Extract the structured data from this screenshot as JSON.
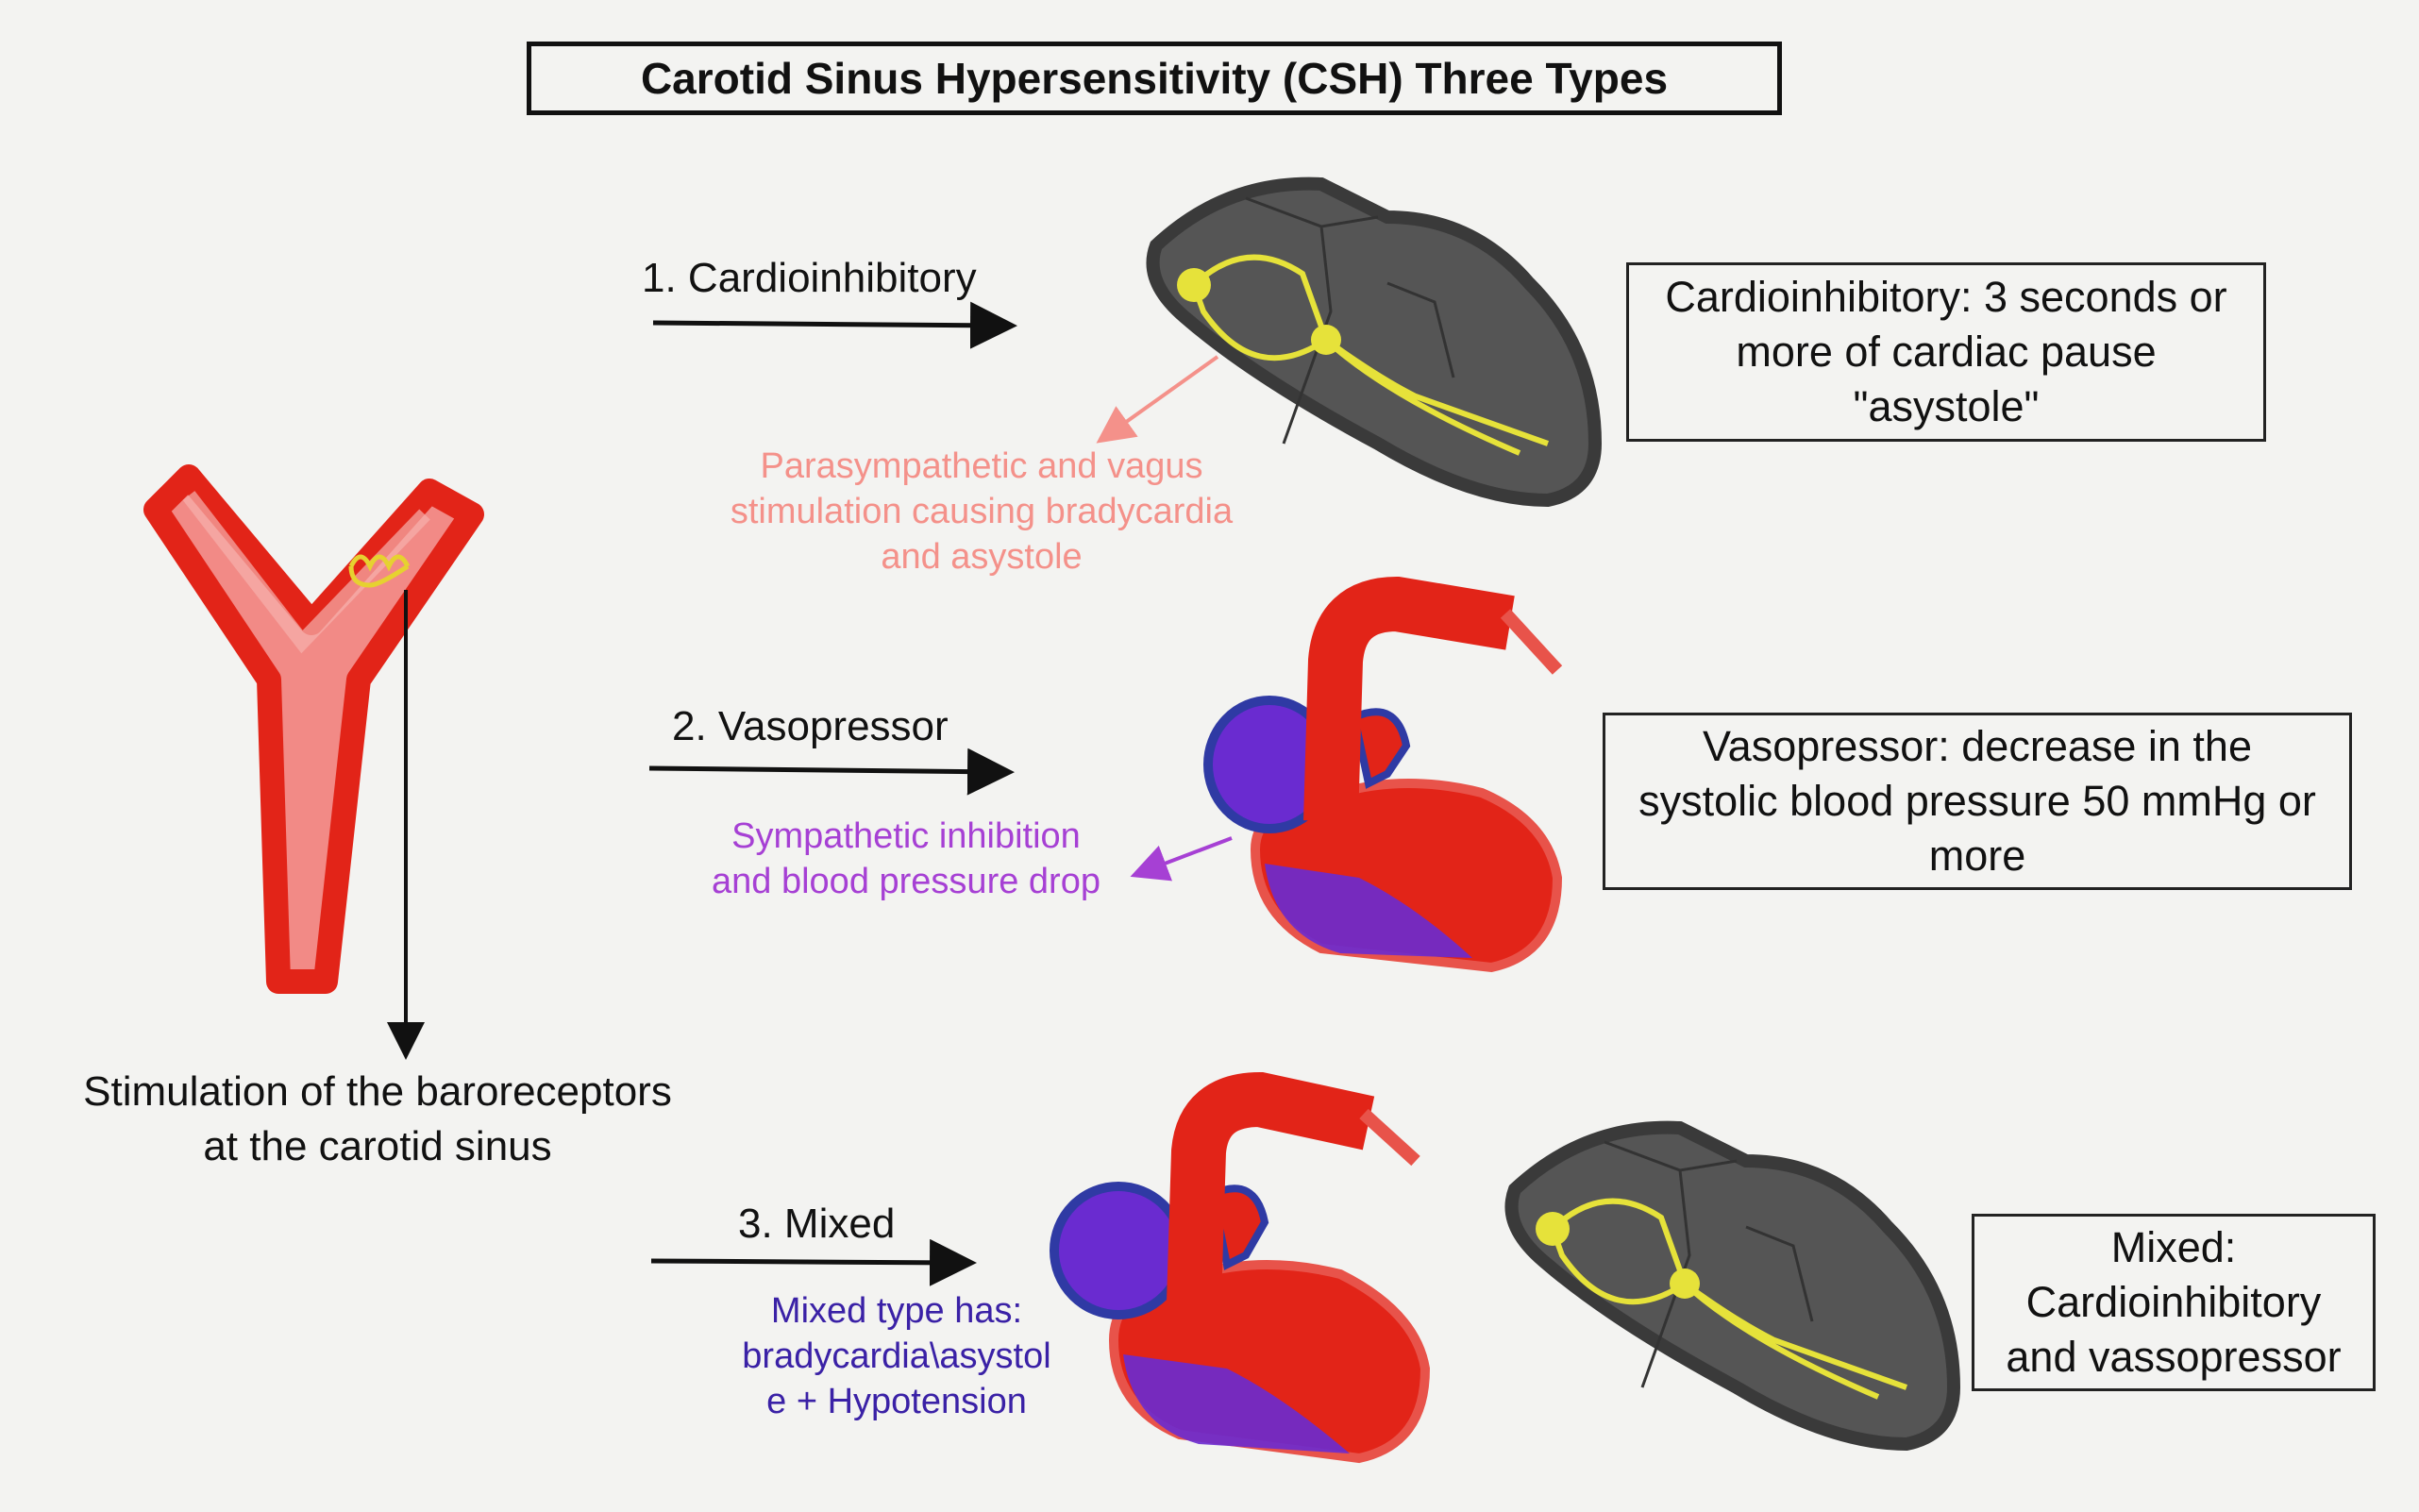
{
  "title": "Carotid Sinus Hypersensitivity (CSH) Three Types",
  "types": [
    {
      "label": "1. Cardioinhibitory",
      "note": [
        "Parasympathetic and vagus",
        "stimulation causing bradycardia",
        "and asystole"
      ],
      "description": [
        "Cardioinhibitory: 3 seconds or",
        "more of cardiac pause",
        "\"asystole\""
      ]
    },
    {
      "label": "2. Vasopressor",
      "note": [
        "Sympathetic inhibition",
        "and blood pressure drop"
      ],
      "description": [
        "Vasopressor: decrease in the",
        "systolic blood pressure 50 mmHg or",
        "more"
      ]
    },
    {
      "label": "3. Mixed",
      "note": [
        "Mixed type has:",
        "bradycardia\\asystol",
        "e + Hypotension"
      ],
      "description": [
        "Mixed:",
        "Cardioinhibitory",
        "and vassopressor"
      ]
    }
  ],
  "stimulation": [
    "Stimulation of the baroreceptors",
    "at the carotid sinus"
  ],
  "colors": {
    "note_cardio": "#f4918a",
    "note_vaso": "#a640d4",
    "note_mixed": "#3a21a6",
    "artery_red": "#e22418",
    "heart_gray": "#555555",
    "conduction_yellow": "#e6e23a",
    "atrium_blue": "#4a3ec6"
  }
}
